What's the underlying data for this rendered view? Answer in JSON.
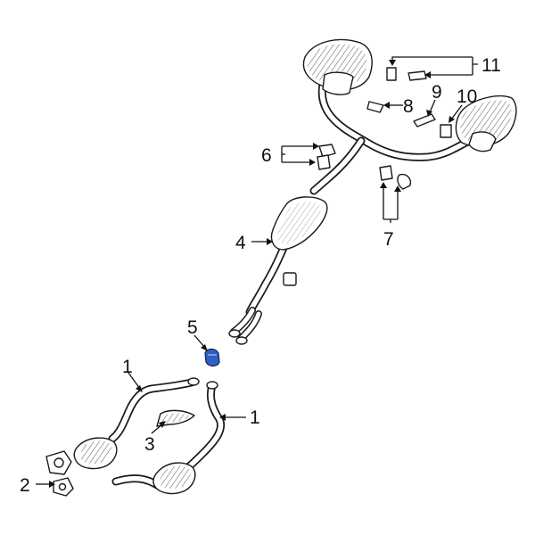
{
  "diagram": {
    "callouts": [
      {
        "id": "c1a",
        "label": "1"
      },
      {
        "id": "c1b",
        "label": "1"
      },
      {
        "id": "c2",
        "label": "2"
      },
      {
        "id": "c3",
        "label": "3"
      },
      {
        "id": "c4",
        "label": "4"
      },
      {
        "id": "c5",
        "label": "5"
      },
      {
        "id": "c6",
        "label": "6"
      },
      {
        "id": "c7",
        "label": "7"
      },
      {
        "id": "c8",
        "label": "8"
      },
      {
        "id": "c9",
        "label": "9"
      },
      {
        "id": "c10",
        "label": "10"
      },
      {
        "id": "c11",
        "label": "11"
      }
    ],
    "colors": {
      "highlight": "#2f5fc8",
      "line": "#1a1a1a"
    }
  }
}
